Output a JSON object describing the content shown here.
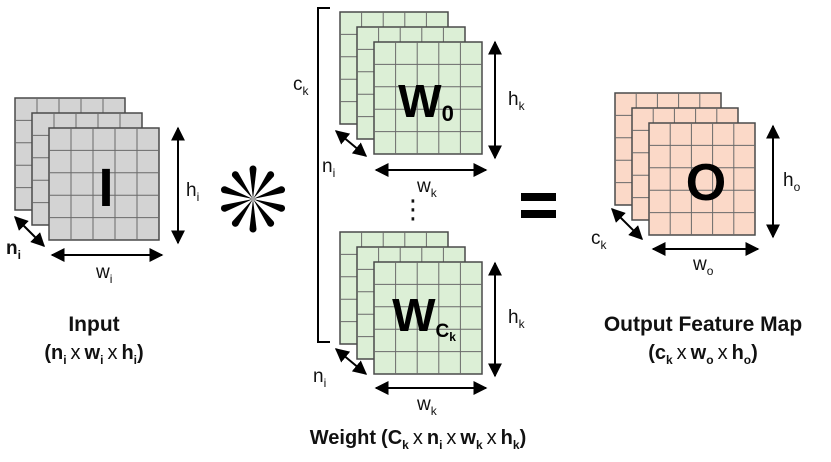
{
  "input": {
    "symbol": "I",
    "title": "Input",
    "dims": {
      "n": "n",
      "n_sub": "i",
      "w": "w",
      "w_sub": "i",
      "h": "h",
      "h_sub": "i"
    },
    "formula": {
      "open": "(",
      "n": "n",
      "n_sub": "i",
      "x1": "x",
      "w": "w",
      "w_sub": "i",
      "x2": "x",
      "h": "h",
      "h_sub": "i",
      "close": ")"
    },
    "color": "#d3d3d3"
  },
  "operator_conv": "*",
  "operator_eq": "=",
  "weight": {
    "c_label": {
      "main": "c",
      "sub": "k"
    },
    "top": {
      "symbol": "W",
      "sub": "0",
      "n": "n",
      "n_sub": "i",
      "w": "w",
      "w_sub": "k",
      "h": "h",
      "h_sub": "k"
    },
    "ellipsis": "⋮",
    "bottom": {
      "symbol": "W",
      "sub": "C",
      "sub_sub": "k",
      "n": "n",
      "n_sub": "i",
      "w": "w",
      "w_sub": "k",
      "h": "h",
      "h_sub": "k"
    },
    "formula": {
      "title": "Weight",
      "open": "(",
      "c": "C",
      "c_sub": "k",
      "x1": "x",
      "n": "n",
      "n_sub": "i",
      "x2": "x",
      "w": "w",
      "w_sub": "k",
      "x3": "x",
      "h": "h",
      "h_sub": "k",
      "close": ")"
    },
    "color": "#dcefd6"
  },
  "output": {
    "symbol": "O",
    "title": "Output Feature Map",
    "dims": {
      "c": "c",
      "c_sub": "k",
      "w": "w",
      "w_sub": "o",
      "h": "h",
      "h_sub": "o"
    },
    "formula": {
      "open": "(",
      "c": "c",
      "c_sub": "k",
      "x1": "x",
      "w": "w",
      "w_sub": "o",
      "x2": "x",
      "h": "h",
      "h_sub": "o",
      "close": ")"
    },
    "color": "#fbd9c8"
  }
}
